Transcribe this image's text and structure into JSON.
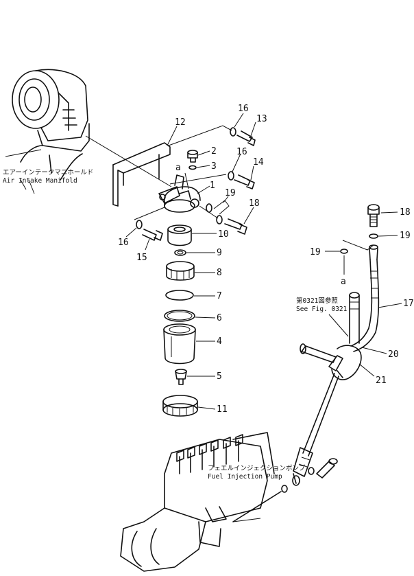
{
  "labels": {
    "air_intake_jp": "エアーインテークマニホールド",
    "air_intake_en": "Air Intake Manifold",
    "fuel_pump_jp": "フェエルインジェクションポンプ",
    "fuel_pump_en": "Fuel Injection Pump",
    "see_fig_jp": "第0321図参照",
    "see_fig_en": "See Fig. 0321",
    "ref_a_top": "a",
    "ref_a_right": "a"
  },
  "callouts": {
    "n1": "1",
    "n2": "2",
    "n3": "3",
    "n4": "4",
    "n5": "5",
    "n6": "6",
    "n7": "7",
    "n8": "8",
    "n9": "9",
    "n10": "10",
    "n11": "11",
    "n12": "12",
    "n13": "13",
    "n14": "14",
    "n15": "15",
    "n16a": "16",
    "n16b": "16",
    "n16c": "16",
    "n17": "17",
    "n18a": "18",
    "n18b": "18",
    "n19a": "19",
    "n19b": "19",
    "n19c": "19",
    "n20": "20",
    "n21": "21"
  }
}
